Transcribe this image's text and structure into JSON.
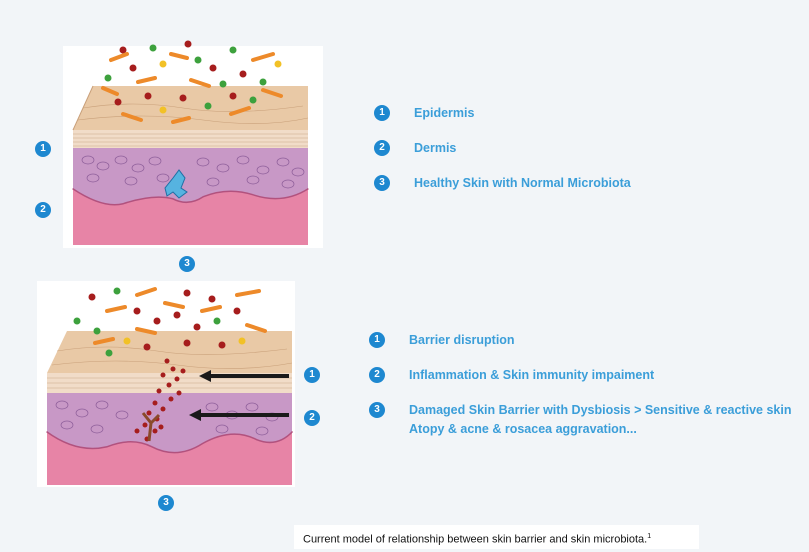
{
  "panel_healthy": {
    "badges": [
      "1",
      "2",
      "3"
    ],
    "legend": [
      {
        "num": "1",
        "label": "Epidermis"
      },
      {
        "num": "2",
        "label": "Dermis"
      },
      {
        "num": "3",
        "label": "Healthy Skin with Normal Microbiota"
      }
    ]
  },
  "panel_damaged": {
    "badges": [
      "1",
      "2",
      "3"
    ],
    "legend": [
      {
        "num": "1",
        "label": "Barrier disruption"
      },
      {
        "num": "2",
        "label": "Inflammation & Skin immunity impaiment"
      },
      {
        "num": "3",
        "label": "Damaged Skin Barrier with Dysbiosis > Sensitive & reactive skin Atopy & acne & rosacea aggravation..."
      }
    ]
  },
  "caption": {
    "text": "Current model of relationship between skin barrier and skin microbiota.",
    "sup": "1"
  },
  "colors": {
    "accent": "#1e88d0",
    "legend_text": "#3b9ed9",
    "dermis": "#e47ea0",
    "epidermis": "#c89ac0"
  }
}
